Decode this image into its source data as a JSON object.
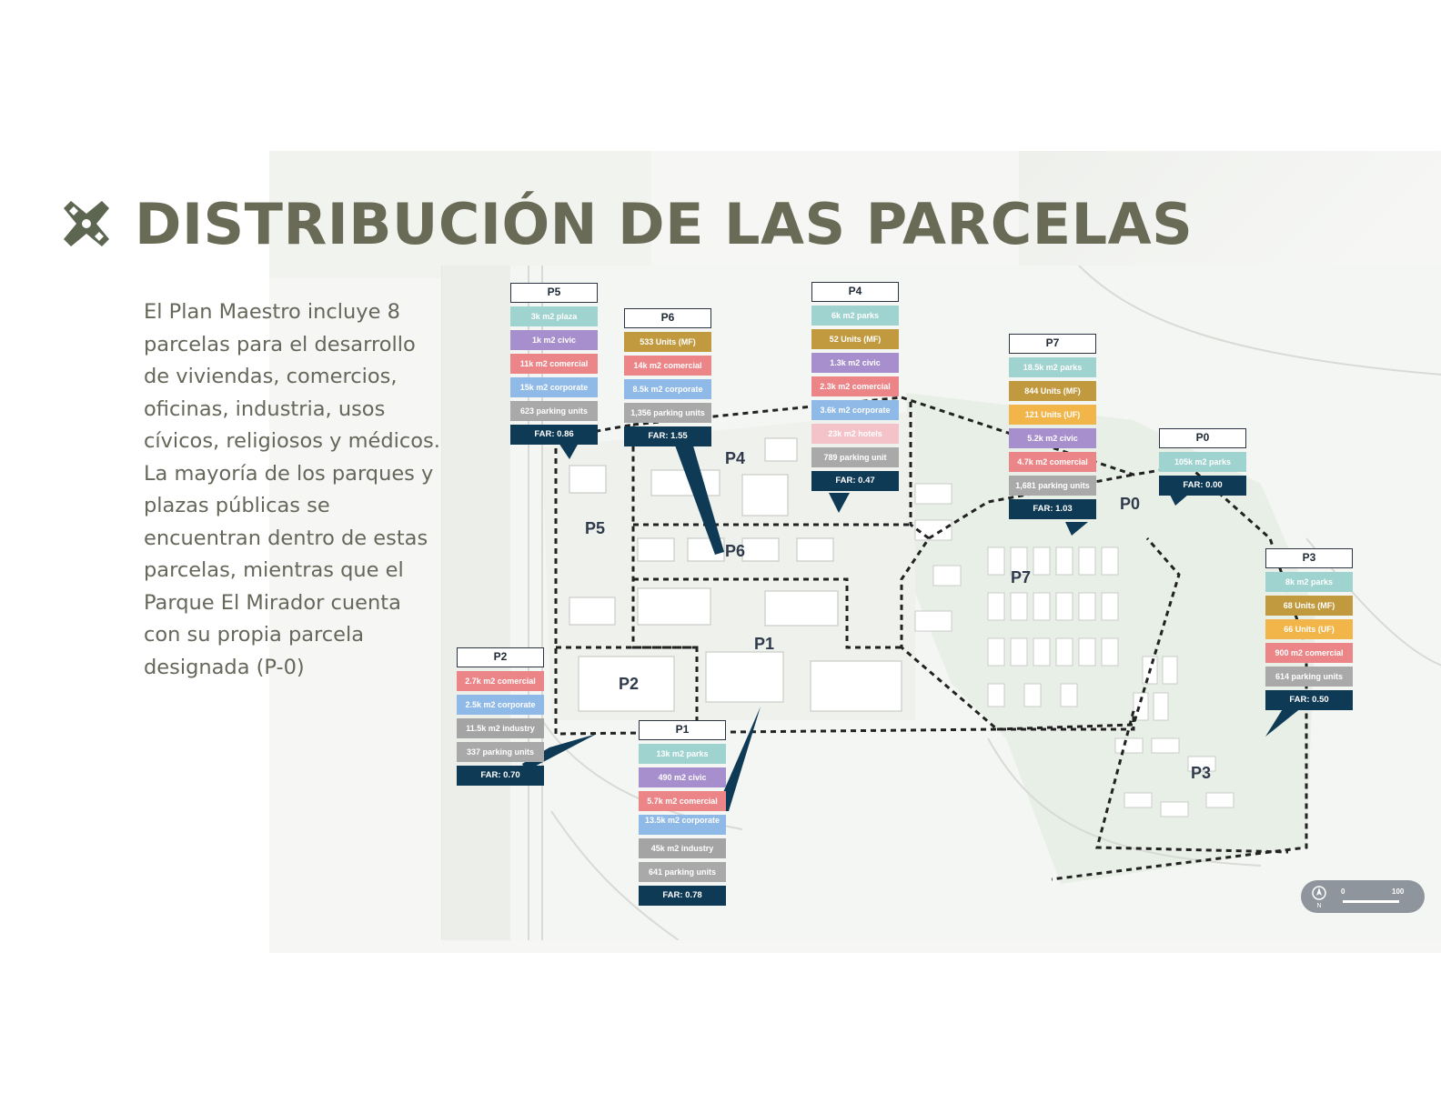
{
  "title": "DISTRIBUCIÓN DE LAS PARCELAS",
  "description": "El Plan Maestro incluye 8 parcelas para el desarrollo de viviendas, comercios, oficinas, industria, usos cívicos, religiosos y médicos. La mayoría de los parques y plazas públicas se encuentran dentro de estas parcelas, mientras que el Parque El Mirador cuenta con su propia parcela designada (P-0)",
  "colors": {
    "title": "#6a6b56",
    "text": "#66675a",
    "far": "#0f3a55",
    "parks": "#9fd3cf",
    "civic": "#a68fcc",
    "comercial": "#ec8587",
    "corporate": "#8fb9e6",
    "parking": "#a9a9a9",
    "units_mf": "#c19a3f",
    "units_uf": "#f2b54a",
    "hotels": "#f4c3c9"
  },
  "icons": {
    "logo": "x-cross-logo-icon",
    "north": "north-arrow-icon"
  },
  "parcel_cards": [
    {
      "id": "p5",
      "title": "P5",
      "rows": [
        {
          "text": "3k m2 plaza",
          "kind": "parks"
        },
        {
          "text": "1k m2 civic",
          "kind": "civic"
        },
        {
          "text": "11k m2 comercial",
          "kind": "comercial"
        },
        {
          "text": "15k m2 corporate",
          "kind": "corporate"
        },
        {
          "text": "623 parking units",
          "kind": "parking"
        }
      ],
      "far": "FAR: 0.86"
    },
    {
      "id": "p6",
      "title": "P6",
      "rows": [
        {
          "text": "533 Units (MF)",
          "kind": "mf"
        },
        {
          "text": "14k m2 comercial",
          "kind": "comercial"
        },
        {
          "text": "8.5k m2 corporate",
          "kind": "corporate"
        },
        {
          "text": "1,356 parking units",
          "kind": "parking"
        }
      ],
      "far": "FAR: 1.55"
    },
    {
      "id": "p4",
      "title": "P4",
      "rows": [
        {
          "text": "6k m2 parks",
          "kind": "parks"
        },
        {
          "text": "52 Units (MF)",
          "kind": "mf"
        },
        {
          "text": "1.3k m2 civic",
          "kind": "civic"
        },
        {
          "text": "2.3k m2 comercial",
          "kind": "comercial"
        },
        {
          "text": "3.6k m2 corporate",
          "kind": "corporate"
        },
        {
          "text": "23k m2 hotels",
          "kind": "hotels"
        },
        {
          "text": "789 parking unit",
          "kind": "parking"
        }
      ],
      "far": "FAR: 0.47"
    },
    {
      "id": "p7",
      "title": "P7",
      "rows": [
        {
          "text": "18.5k m2 parks",
          "kind": "parks"
        },
        {
          "text": "844 Units (MF)",
          "kind": "mf"
        },
        {
          "text": "121 Units (UF)",
          "kind": "uf"
        },
        {
          "text": "5.2k m2 civic",
          "kind": "civic"
        },
        {
          "text": "4.7k m2 comercial",
          "kind": "comercial"
        },
        {
          "text": "1,681 parking units",
          "kind": "parking"
        }
      ],
      "far": "FAR: 1.03"
    },
    {
      "id": "p0",
      "title": "P0",
      "rows": [
        {
          "text": "105k m2 parks",
          "kind": "parks"
        }
      ],
      "far": "FAR: 0.00"
    },
    {
      "id": "p3",
      "title": "P3",
      "rows": [
        {
          "text": "8k m2 parks",
          "kind": "parks"
        },
        {
          "text": "68 Units (MF)",
          "kind": "mf"
        },
        {
          "text": "66 Units (UF)",
          "kind": "uf"
        },
        {
          "text": "900 m2 comercial",
          "kind": "comercial"
        },
        {
          "text": "614 parking units",
          "kind": "parking"
        }
      ],
      "far": "FAR: 0.50"
    },
    {
      "id": "p2",
      "title": "P2",
      "rows": [
        {
          "text": "2.7k m2 comercial",
          "kind": "comercial"
        },
        {
          "text": "2.5k m2 corporate",
          "kind": "corporate"
        },
        {
          "text": "11.5k m2 industry",
          "kind": "industry"
        },
        {
          "text": "337 parking units",
          "kind": "parking"
        }
      ],
      "far": "FAR: 0.70"
    },
    {
      "id": "p1",
      "title": "P1",
      "rows": [
        {
          "text": "13k m2 parks",
          "kind": "parks"
        },
        {
          "text": "490 m2 civic",
          "kind": "civic"
        },
        {
          "text": "5.7k m2 comercial",
          "kind": "comercial"
        },
        {
          "text": "13.5k m2 corporate",
          "kind": "corporate"
        },
        {
          "text": "45k m2 industry",
          "kind": "industry"
        },
        {
          "text": "641 parking units",
          "kind": "parking"
        }
      ],
      "far": "FAR: 0.78"
    }
  ],
  "map_labels": {
    "p0": "P0",
    "p1": "P1",
    "p2": "P2",
    "p3": "P3",
    "p4": "P4",
    "p5": "P5",
    "p6": "P6",
    "p7": "P7"
  },
  "scale": {
    "start": "0",
    "end": "100",
    "north": "N"
  }
}
